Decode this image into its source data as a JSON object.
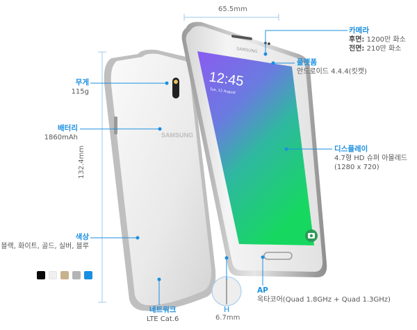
{
  "diagram": {
    "subject": "smartphone spec diagram",
    "accent_color": "#1a8fe0",
    "dimensions": {
      "width": "65.5mm",
      "height": "132.4mm",
      "thickness_marker": "H",
      "thickness": "6.7mm"
    },
    "callouts": {
      "camera": {
        "title": "카메라",
        "rear_label": "후면:",
        "rear_value": "1200만 화소",
        "front_label": "전면:",
        "front_value": "210만 화소"
      },
      "platform": {
        "title": "플랫폼",
        "value": "안드로이드 4.4.4(킷캣)"
      },
      "display": {
        "title": "디스플레이",
        "value1": "4.7형 HD 슈퍼 아몰레드",
        "value2": "(1280 x 720)"
      },
      "ap": {
        "title": "AP",
        "value": "옥타코어(Quad 1.8GHz + Quad 1.3GHz)"
      },
      "weight": {
        "title": "무게",
        "value": "115g"
      },
      "battery": {
        "title": "배터리",
        "value": "1860mAh"
      },
      "colors": {
        "title": "색상",
        "value": "블랙, 화이트, 골드, 실버, 블루",
        "swatches": [
          {
            "name": "black",
            "hex": "#0a0a0a"
          },
          {
            "name": "white",
            "hex": "#f0f0f0"
          },
          {
            "name": "gold",
            "hex": "#c8b28e"
          },
          {
            "name": "silver",
            "hex": "#b4b4b4"
          },
          {
            "name": "blue",
            "hex": "#1a8fe0"
          }
        ]
      },
      "network": {
        "title": "네트워크",
        "value": "LTE Cat.6"
      }
    },
    "screen": {
      "time": "12:45",
      "date": "Tue, 12 August",
      "brand": "SAMSUNG"
    }
  }
}
